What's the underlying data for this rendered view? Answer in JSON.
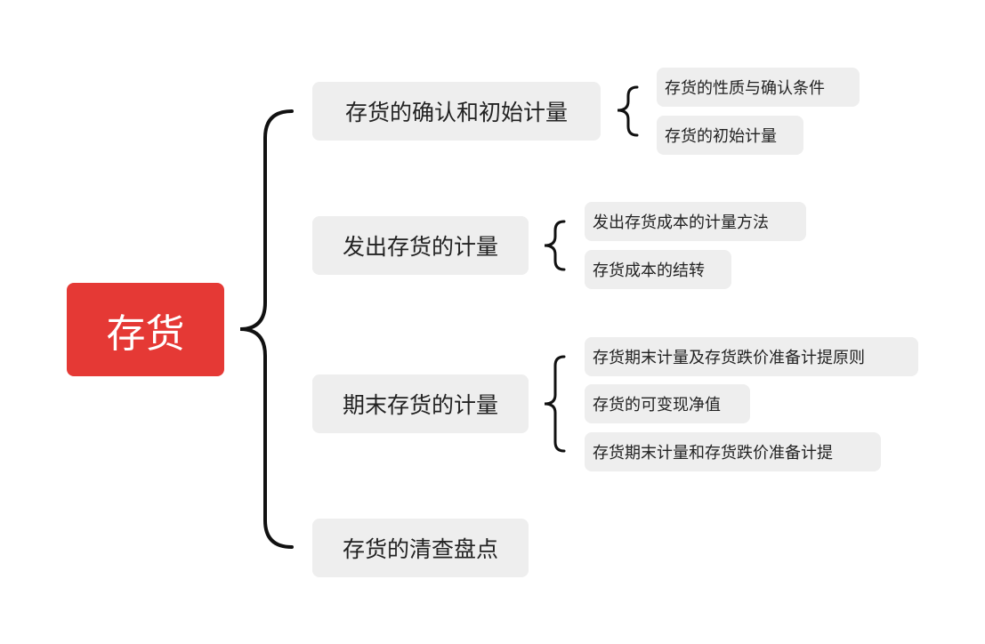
{
  "colors": {
    "root_bg": "#e53935",
    "root_text": "#ffffff",
    "node_bg": "#eeeeee",
    "node_text": "#222222",
    "connector": "#111111"
  },
  "root": {
    "label": "存货"
  },
  "branches": [
    {
      "label": "存货的确认和初始计量",
      "children": [
        "存货的性质与确认条件",
        "存货的初始计量"
      ]
    },
    {
      "label": "发出存货的计量",
      "children": [
        "发出存货成本的计量方法",
        "存货成本的结转"
      ]
    },
    {
      "label": "期末存货的计量",
      "children": [
        "存货期末计量及存货跌价准备计提原则",
        "存货的可变现净值",
        "存货期末计量和存货跌价准备计提"
      ]
    },
    {
      "label": "存货的清查盘点",
      "children": []
    }
  ]
}
